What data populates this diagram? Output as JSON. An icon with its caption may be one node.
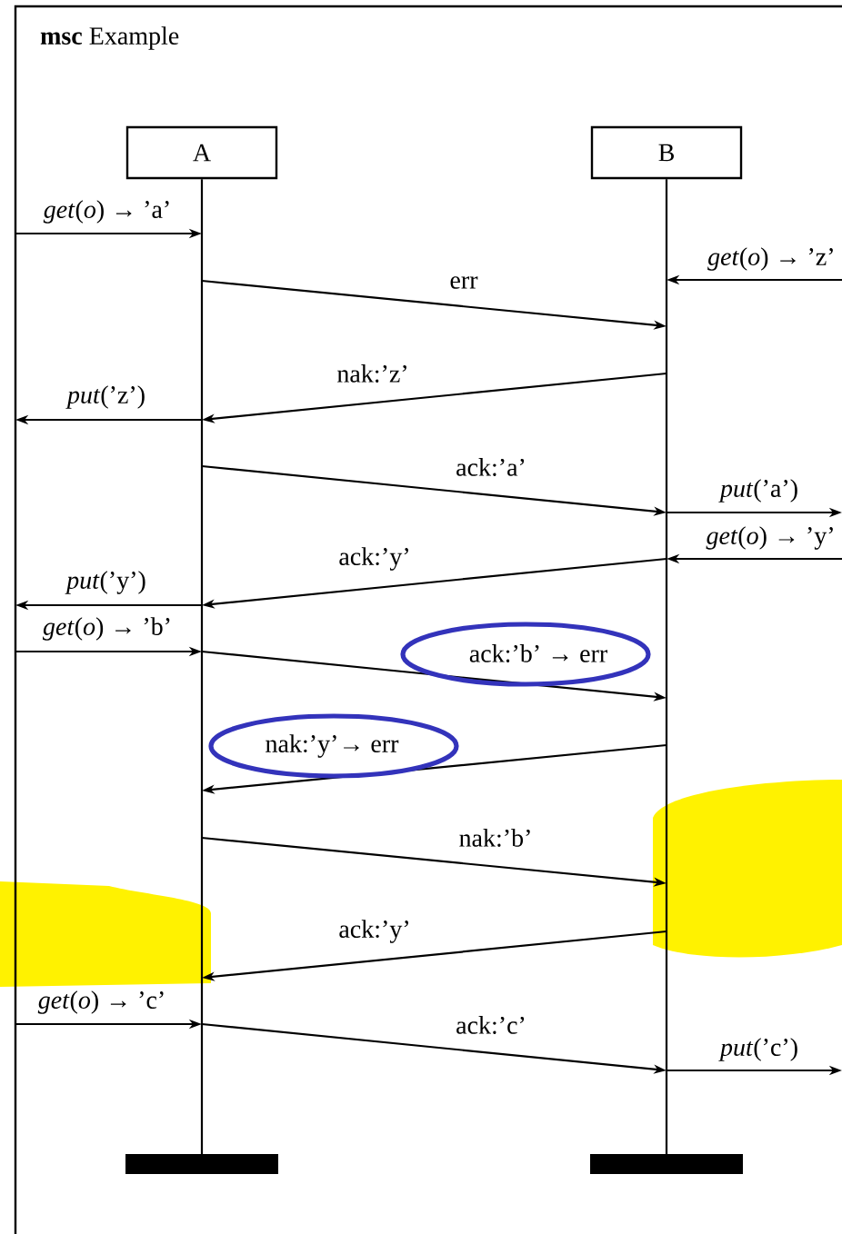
{
  "diagram": {
    "nodes": [
      {
        "text": [
          "**msc** Example"
        ]
      },
      {
        "text": [
          "A"
        ],
        "in": 0
      },
      {
        "text": [
          "B"
        ],
        "in": 0
      }
    ],
    "edges": [
      {
        "from": 0,
        "to": 1,
        "arrow": "to",
        "label": "*get*(*o*) → ’a’"
      },
      {
        "from": null,
        "to": 2,
        "arrow": "to",
        "label": "*get*(*o*) → ’z’"
      },
      {
        "from": 1,
        "to": 2,
        "arrow": "to",
        "label": "err"
      },
      {
        "from": 2,
        "to": 1,
        "arrow": "to",
        "label": "nak:’z’"
      },
      {
        "from": 1,
        "to": 0,
        "arrow": "to",
        "label": "*put*(’z’)"
      },
      {
        "from": 1,
        "to": 2,
        "arrow": "to",
        "label": "ack:’a’"
      },
      {
        "from": 2,
        "to": null,
        "arrow": "to",
        "label": "*put*(’a’)"
      },
      {
        "from": null,
        "to": 2,
        "arrow": "to",
        "label": "*get*(*o*) → ’y’"
      },
      {
        "from": 2,
        "to": 1,
        "arrow": "to",
        "label": "ack:’y’"
      },
      {
        "from": 1,
        "to": 0,
        "arrow": "to",
        "label": "*put*(’y’)"
      },
      {
        "from": 0,
        "to": 1,
        "arrow": "to",
        "label": "*get*(*o*) → ’b’"
      },
      {
        "from": 1,
        "to": 2,
        "arrow": "to",
        "label": "ack:’b’ → err"
      },
      {
        "from": 2,
        "to": 1,
        "arrow": "to",
        "label": "nak:’y’→ err"
      },
      {
        "from": 1,
        "to": 2,
        "arrow": "to",
        "label": "nak:’b’"
      },
      {
        "from": 2,
        "to": 1,
        "arrow": "to",
        "label": "ack:’y’"
      },
      {
        "from": 0,
        "to": 1,
        "arrow": "to",
        "label": "*get*(*o*) → ’c’"
      },
      {
        "from": 1,
        "to": 2,
        "arrow": "to",
        "label": "ack:’c’"
      },
      {
        "from": 2,
        "to": null,
        "arrow": "to",
        "label": "*put*(’c’)"
      }
    ]
  }
}
